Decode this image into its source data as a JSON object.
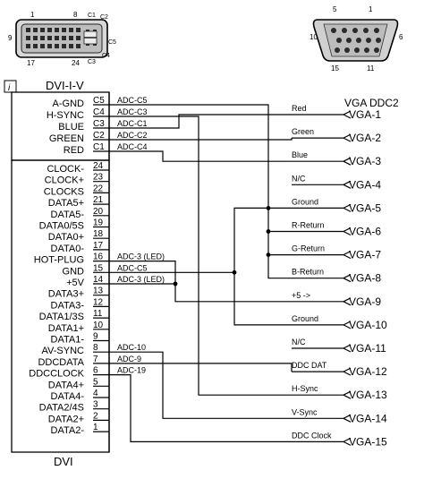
{
  "dvi_connector": {
    "pin_numbers": [
      "1",
      "8",
      "C1",
      "C2",
      "9",
      "C5",
      "17",
      "24",
      "C3",
      "C4"
    ]
  },
  "vga_connector": {
    "pin_numbers": [
      "5",
      "1",
      "10",
      "6",
      "15",
      "11"
    ]
  },
  "info_icon": "i",
  "dvi_title": "DVI-I-V",
  "dvi_bottom_label": "DVI",
  "vga_title": "VGA DDC2",
  "dvi_analog_pins": [
    {
      "name": "A-GND",
      "pin": "C5",
      "adc": "ADC-C5"
    },
    {
      "name": "H-SYNC",
      "pin": "C4",
      "adc": "ADC-C3"
    },
    {
      "name": "BLUE",
      "pin": "C3",
      "adc": "ADC-C1"
    },
    {
      "name": "GREEN",
      "pin": "C2",
      "adc": "ADC-C2"
    },
    {
      "name": "RED",
      "pin": "C1",
      "adc": "ADC-C4"
    }
  ],
  "dvi_digital_pins": [
    {
      "name": "CLOCK-",
      "pin": "24",
      "adc": ""
    },
    {
      "name": "CLOCK+",
      "pin": "23",
      "adc": ""
    },
    {
      "name": "CLOCKS",
      "pin": "22",
      "adc": ""
    },
    {
      "name": "DATA5+",
      "pin": "21",
      "adc": ""
    },
    {
      "name": "DATA5-",
      "pin": "20",
      "adc": ""
    },
    {
      "name": "DATA0/5S",
      "pin": "19",
      "adc": ""
    },
    {
      "name": "DATA0+",
      "pin": "18",
      "adc": ""
    },
    {
      "name": "DATA0-",
      "pin": "17",
      "adc": ""
    },
    {
      "name": "HOT-PLUG",
      "pin": "16",
      "adc": "ADC-3 (LED)"
    },
    {
      "name": "GND",
      "pin": "15",
      "adc": "ADC-C5"
    },
    {
      "name": "+5V",
      "pin": "14",
      "adc": "ADC-3 (LED)"
    },
    {
      "name": "DATA3+",
      "pin": "13",
      "adc": ""
    },
    {
      "name": "DATA3-",
      "pin": "12",
      "adc": ""
    },
    {
      "name": "DATA1/3S",
      "pin": "11",
      "adc": ""
    },
    {
      "name": "DATA1+",
      "pin": "10",
      "adc": ""
    },
    {
      "name": "DATA1-",
      "pin": "9",
      "adc": ""
    },
    {
      "name": "AV-SYNC",
      "pin": "8",
      "adc": "ADC-10"
    },
    {
      "name": "DDCDATA",
      "pin": "7",
      "adc": "ADC-9"
    },
    {
      "name": "DDCCLOCK",
      "pin": "6",
      "adc": "ADC-19"
    },
    {
      "name": "DATA4+",
      "pin": "5",
      "adc": ""
    },
    {
      "name": "DATA4-",
      "pin": "4",
      "adc": ""
    },
    {
      "name": "DATA2/4S",
      "pin": "3",
      "adc": ""
    },
    {
      "name": "DATA2+",
      "pin": "2",
      "adc": ""
    },
    {
      "name": "DATA2-",
      "pin": "1",
      "adc": ""
    }
  ],
  "vga_pins": [
    {
      "signal": "Red",
      "pin": "VGA-1"
    },
    {
      "signal": "Green",
      "pin": "VGA-2"
    },
    {
      "signal": "Blue",
      "pin": "VGA-3"
    },
    {
      "signal": "N/C",
      "pin": "VGA-4"
    },
    {
      "signal": "Ground",
      "pin": "VGA-5"
    },
    {
      "signal": "R-Return",
      "pin": "VGA-6"
    },
    {
      "signal": "G-Return",
      "pin": "VGA-7"
    },
    {
      "signal": "B-Return",
      "pin": "VGA-8"
    },
    {
      "signal": "+5 ->",
      "pin": "VGA-9"
    },
    {
      "signal": "Ground",
      "pin": "VGA-10"
    },
    {
      "signal": "N/C",
      "pin": "VGA-11"
    },
    {
      "signal": "DDC DAT",
      "pin": "VGA-12"
    },
    {
      "signal": "H-Sync",
      "pin": "VGA-13"
    },
    {
      "signal": "V-Sync",
      "pin": "VGA-14"
    },
    {
      "signal": "DDC Clock",
      "pin": "VGA-15"
    }
  ]
}
